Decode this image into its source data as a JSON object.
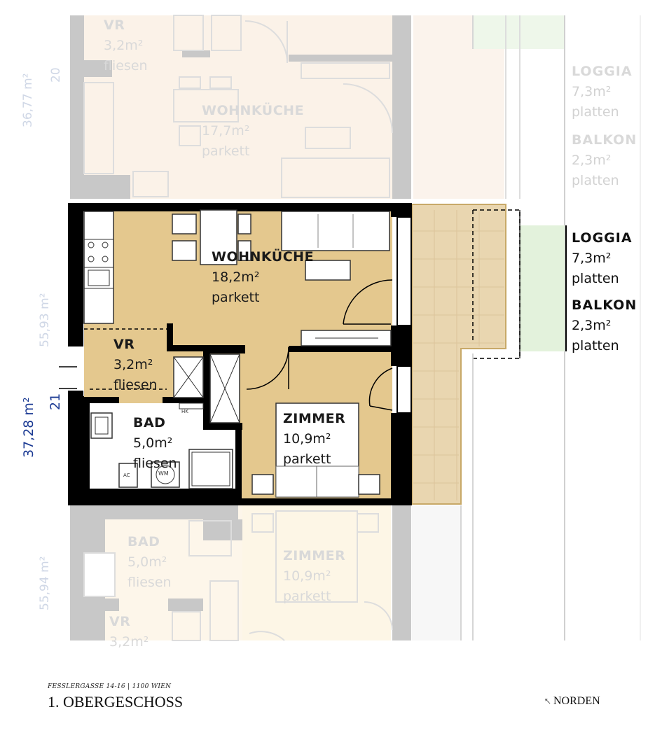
{
  "rooms": {
    "upper_vr": {
      "name": "VR",
      "area": "3,2m²",
      "floor": "fliesen"
    },
    "upper_kitchen": {
      "name": "WOHNKÜCHE",
      "area": "17,7m²",
      "floor": "parkett"
    },
    "main_kitchen": {
      "name": "WOHNKÜCHE",
      "area": "18,2m²",
      "floor": "parkett"
    },
    "main_vr": {
      "name": "VR",
      "area": "3,2m²",
      "floor": "fliesen"
    },
    "main_bad": {
      "name": "BAD",
      "area": "5,0m²",
      "floor": "fliesen"
    },
    "main_zimmer": {
      "name": "ZIMMER",
      "area": "10,9m²",
      "floor": "parkett"
    },
    "lower_bad": {
      "name": "BAD",
      "area": "5,0m²",
      "floor": "fliesen"
    },
    "lower_zimmer": {
      "name": "ZIMMER",
      "area": "10,9m²",
      "floor": "parkett"
    },
    "lower_vr": {
      "name": "VR",
      "area": "3,2m²"
    }
  },
  "outdoor": {
    "upper_loggia": {
      "name": "LOGGIA",
      "area": "7,3m²",
      "floor": "platten"
    },
    "upper_balkon": {
      "name": "BALKON",
      "area": "2,3m²",
      "floor": "platten"
    },
    "main_loggia": {
      "name": "LOGGIA",
      "area": "7,3m²",
      "floor": "platten"
    },
    "main_balkon": {
      "name": "BALKON",
      "area": "2,3m²",
      "floor": "platten"
    }
  },
  "units": {
    "upper": {
      "number": "20",
      "area": "36,77 m²"
    },
    "main": {
      "number": "21",
      "area": "37,28 m²"
    },
    "side_areas": [
      "55,93 m²",
      "55,94 m²"
    ]
  },
  "fixtures": {
    "wm": "WM",
    "hk": "HK",
    "ac": "AC"
  },
  "footer": {
    "address": "FESSLERGASSE 14-16 | 1100 WIEN",
    "floor": "1. OBERGESCHOSS",
    "north": "NORDEN",
    "north_icon": "arrow-up-left-icon"
  },
  "colors": {
    "main_fill": "#e4c88e",
    "faded_fill": "#fbf2e8",
    "wall": "#000000",
    "faded_wall": "#c8c8c8",
    "balcony_fill": "#e9d6b0",
    "green": "#e3f2dc",
    "unit_blue": "#1b3a93"
  }
}
